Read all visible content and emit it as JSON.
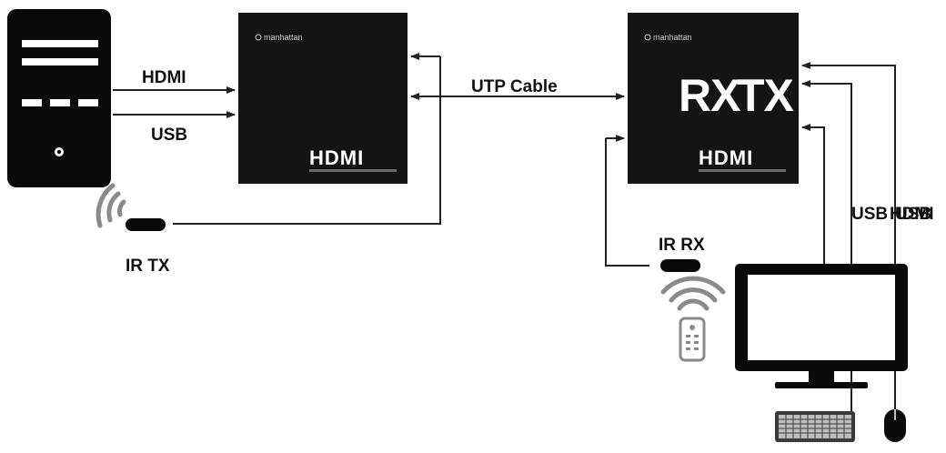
{
  "colors": {
    "ink": "#111111",
    "device": "#0a0a0a",
    "unit_face": "#141414",
    "paper": "#ffffff",
    "line": "#222222"
  },
  "icons": [
    "pc-tower-icon",
    "hdmi-logo-icon",
    "manhattan-logo-icon",
    "ir-sensor-icon",
    "wireless-waves-icon",
    "remote-control-icon",
    "monitor-icon",
    "keyboard-icon",
    "mouse-icon"
  ],
  "labels": {
    "hdmi_in": "HDMI",
    "usb_in": "USB",
    "utp_cable": "UTP Cable",
    "ir_tx": "IR TX",
    "ir_rx": "IR RX",
    "usb_out_1": "USB",
    "hdmi_out": "HDMI",
    "usb_out_2": "USB",
    "rx": "RX",
    "tx": "TX"
  },
  "devices": {
    "brand": "manhattan",
    "hdmi_logo": "HDMI"
  }
}
